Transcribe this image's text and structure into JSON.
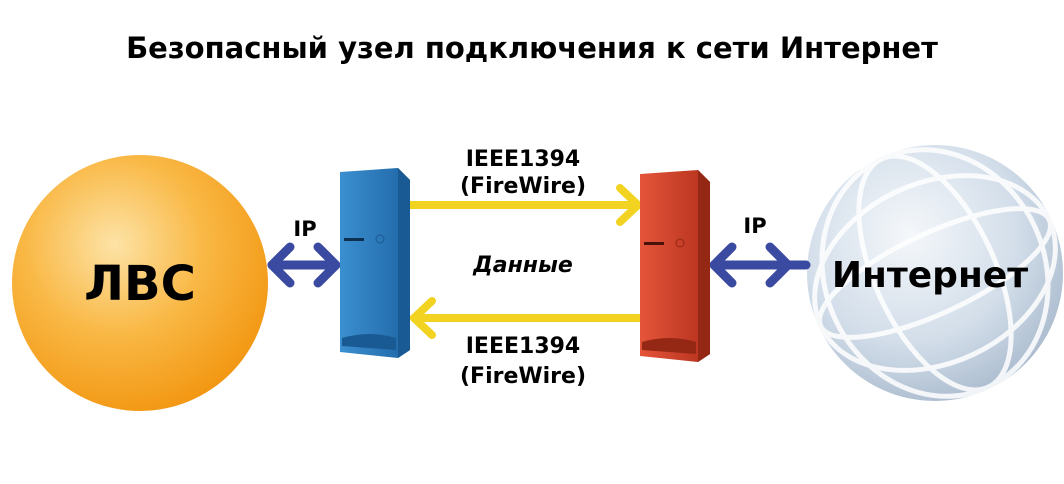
{
  "title": "Безопасный узел подключения к сети Интернет",
  "lan": {
    "label": "ЛВС",
    "color": "#f7a21b"
  },
  "internet": {
    "label": "Интернет",
    "color": "#c9d6e4"
  },
  "left_link": {
    "label": "IP"
  },
  "right_link": {
    "label": "IP"
  },
  "top_link": {
    "line1": "IEEE1394",
    "line2": "(FireWire)"
  },
  "bottom_link": {
    "line1": "IEEE1394",
    "line2": "(FireWire)"
  },
  "data_label": "Данные",
  "colors": {
    "ip_arrow": "#3a4aa0",
    "firewire_arrow": "#f2d321",
    "server_left": "#2f7fc0",
    "server_right": "#d8402a"
  }
}
